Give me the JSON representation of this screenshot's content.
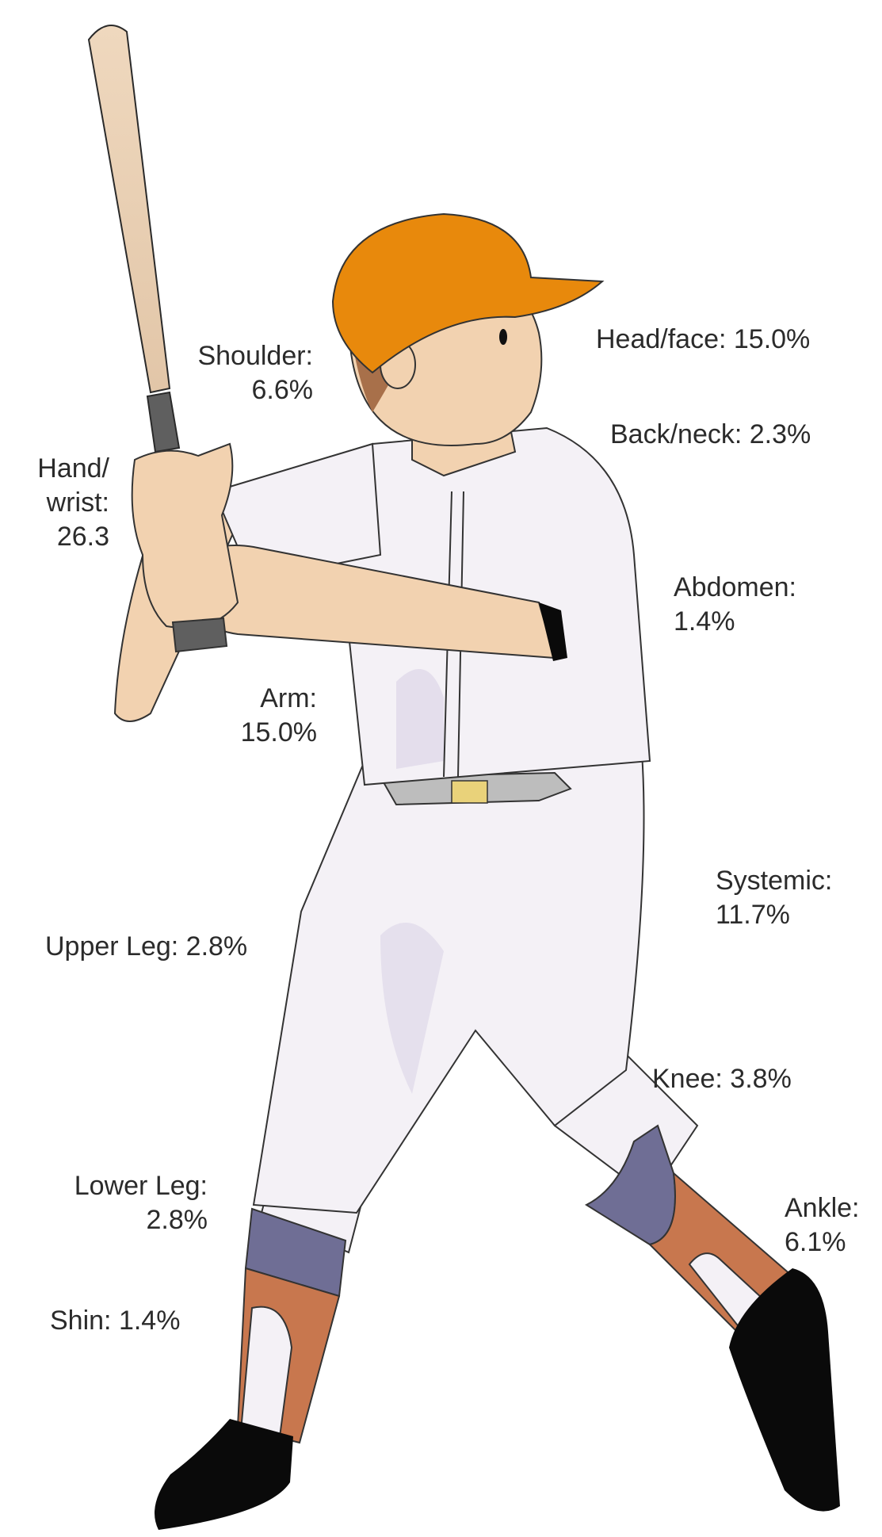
{
  "colors": {
    "cap": "#E8890C",
    "skin": "#F2D2B0",
    "hair": "#A8704A",
    "uniform": "#F4F1F6",
    "uniform_shadow": "#D9D2E6",
    "sock_band": "#6F6E95",
    "stirrup": "#C8774E",
    "shoe": "#0A0A0A",
    "bat": "#EFD8BE",
    "bat_grip": "#5F5F5F",
    "belt": "#BDBDBD",
    "buckle": "#E9D27A"
  },
  "labels": {
    "shoulder": "Shoulder:\n6.6%",
    "head_face": "Head/face: 15.0%",
    "back_neck": "Back/neck: 2.3%",
    "hand_wrist": "Hand/\nwrist:\n26.3",
    "abdomen": "Abdomen:\n1.4%",
    "arm": "Arm:\n15.0%",
    "systemic": "Systemic:\n11.7%",
    "upper_leg": "Upper Leg: 2.8%",
    "knee": "Knee: 3.8%",
    "lower_leg": "Lower Leg:\n2.8%",
    "ankle": "Ankle:\n6.1%",
    "shin": "Shin: 1.4%"
  }
}
